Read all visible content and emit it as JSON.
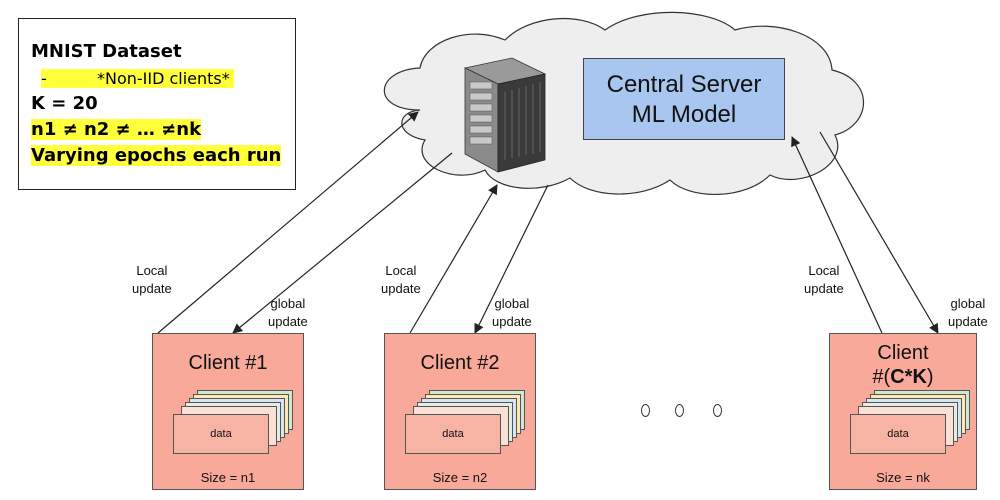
{
  "info": {
    "dataset": "MNIST Dataset",
    "bullet": "-",
    "non_iid": "*Non-IID clients*",
    "k": "K = 20",
    "sizes": "n1 ≠ n2 ≠ … ≠nk",
    "epochs": "Varying epochs each run"
  },
  "server": {
    "line1": "Central Server",
    "line2": "ML Model",
    "icon": "server-rack-icon"
  },
  "clients": [
    {
      "title": "Client #1",
      "card_label": "data",
      "size": "Size = n1"
    },
    {
      "title": "Client #2",
      "card_label": "data",
      "size": "Size = n2"
    },
    {
      "title_line1": "Client",
      "title_prefix": "#(",
      "title_bold": "C*K",
      "title_suffix": ")",
      "card_label": "data",
      "size": "Size = nk"
    }
  ],
  "arrows": {
    "local_line1": "Local",
    "local_line2": "update",
    "global_line1": "global",
    "global_line2": "update"
  },
  "colors": {
    "client_fill": "#f9a99a",
    "server_box": "#a9c6f0",
    "highlight": "#ffff3a",
    "cloud": "#eeeeee"
  }
}
